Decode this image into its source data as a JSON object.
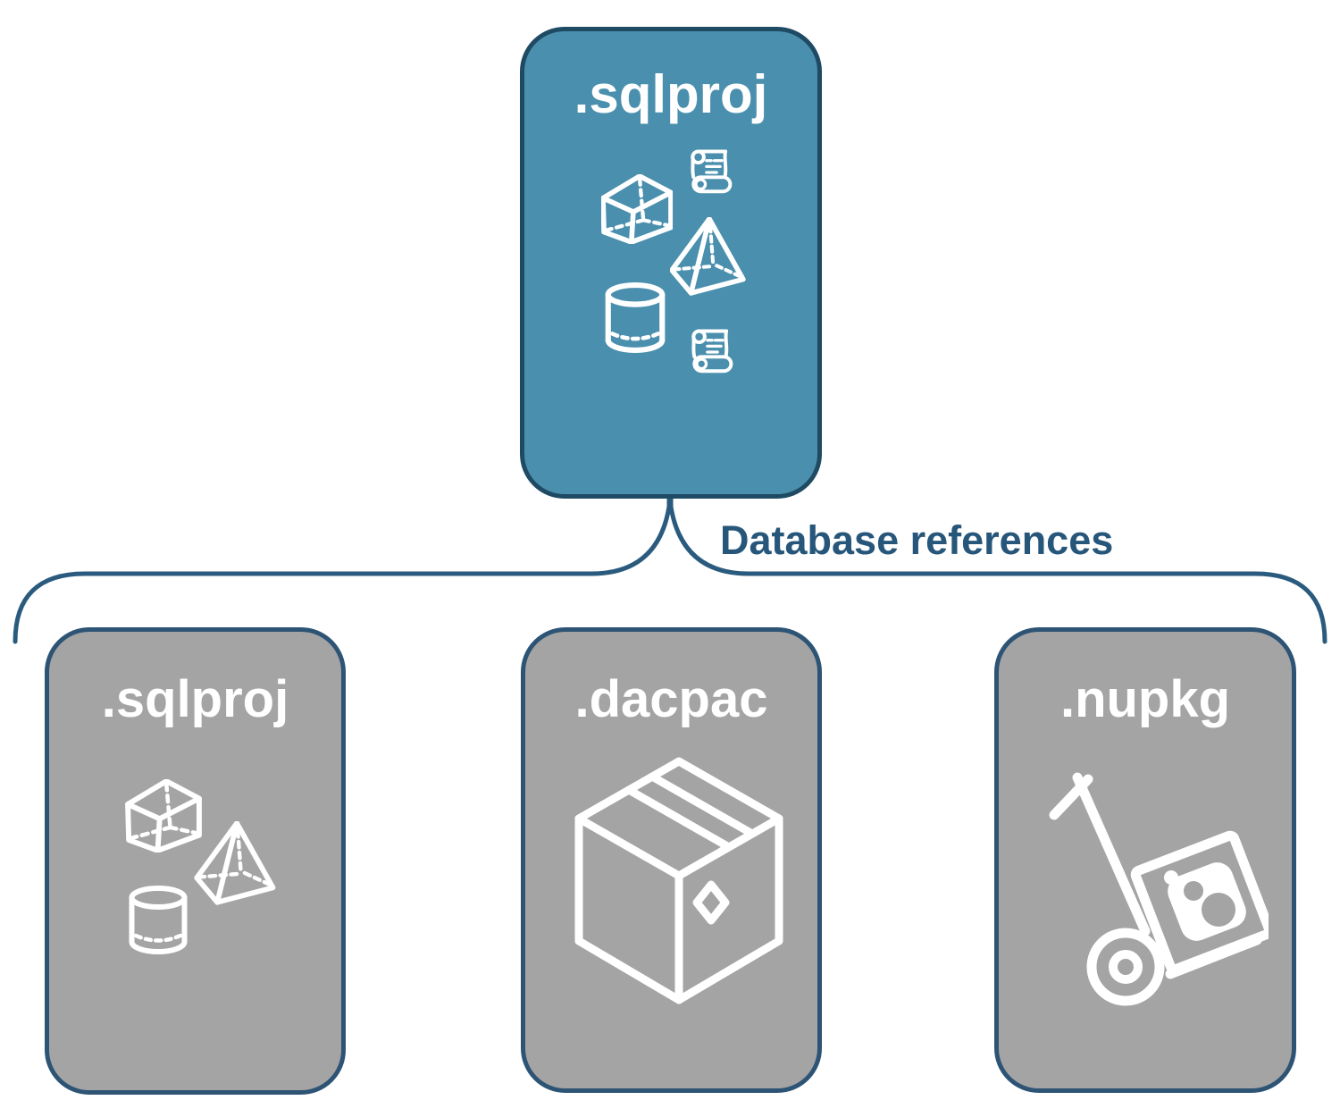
{
  "diagram": {
    "root": {
      "label": ".sqlproj"
    },
    "connector_label": "Database references",
    "children": [
      {
        "label": ".sqlproj"
      },
      {
        "label": ".dacpac"
      },
      {
        "label": ".nupkg"
      }
    ],
    "colors": {
      "root_fill": "#4A8FAD",
      "root_border": "#1F4A63",
      "child_fill": "#A4A4A5",
      "child_border": "#2D5474",
      "connector_line": "#2A5B7E",
      "connector_text": "#27567B",
      "icon_stroke": "#FFFFFF",
      "title_text": "#FFFFFF"
    },
    "icons": {
      "root": [
        "scroll-icon",
        "cube-icon",
        "pyramid-icon",
        "cylinder-icon",
        "scroll-icon"
      ],
      "child_sqlproj": [
        "cube-icon",
        "pyramid-icon",
        "cylinder-icon"
      ],
      "child_dacpac": [
        "package-box-icon"
      ],
      "child_nupkg": [
        "handtruck-nuget-icon"
      ]
    }
  }
}
